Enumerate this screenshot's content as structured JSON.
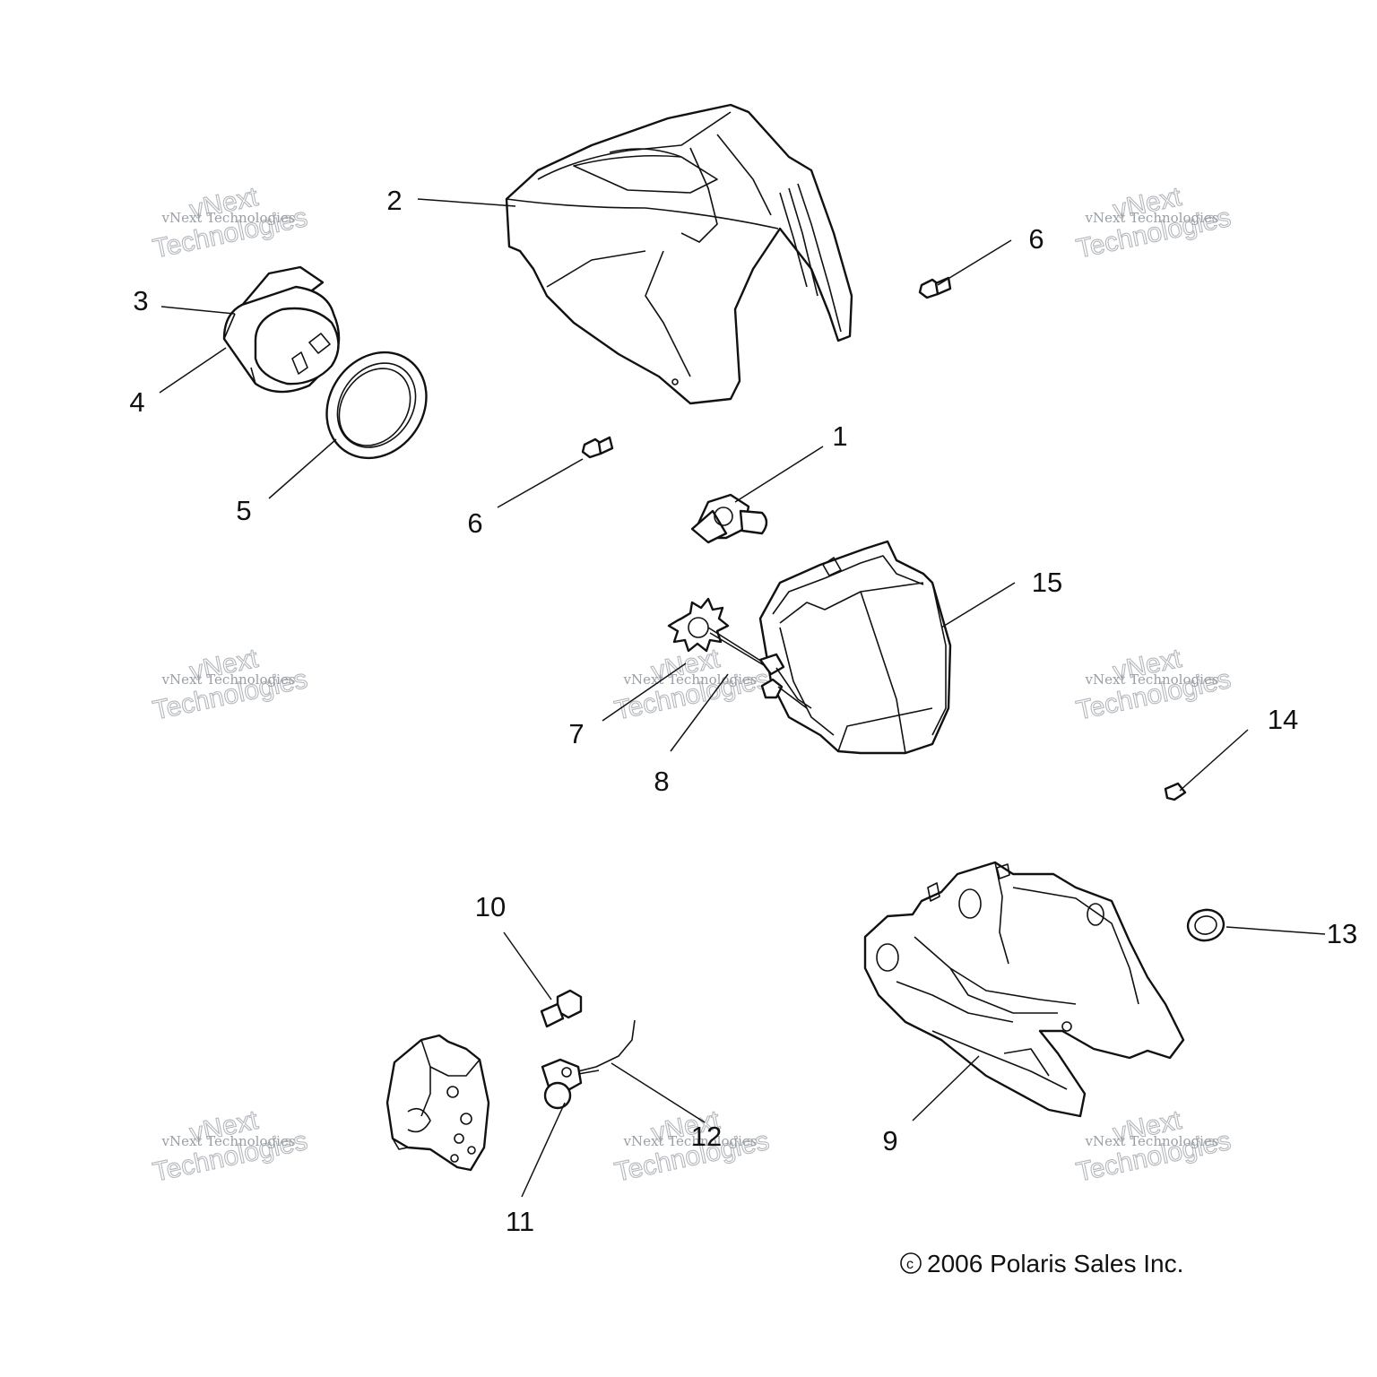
{
  "callouts": [
    {
      "id": "1",
      "label": "1"
    },
    {
      "id": "2",
      "label": "2"
    },
    {
      "id": "3",
      "label": "3"
    },
    {
      "id": "4",
      "label": "4"
    },
    {
      "id": "5",
      "label": "5"
    },
    {
      "id": "6a",
      "label": "6"
    },
    {
      "id": "6b",
      "label": "6"
    },
    {
      "id": "7",
      "label": "7"
    },
    {
      "id": "8",
      "label": "8"
    },
    {
      "id": "9",
      "label": "9"
    },
    {
      "id": "10",
      "label": "10"
    },
    {
      "id": "11",
      "label": "11"
    },
    {
      "id": "12",
      "label": "12"
    },
    {
      "id": "13",
      "label": "13"
    },
    {
      "id": "14",
      "label": "14"
    },
    {
      "id": "15",
      "label": "15"
    }
  ],
  "watermark": {
    "small": "vNext Technologies",
    "big_top": "vNext",
    "big_bottom": "Technologies"
  },
  "copyright": {
    "symbol": "©",
    "text": "2006 Polaris Sales Inc."
  }
}
